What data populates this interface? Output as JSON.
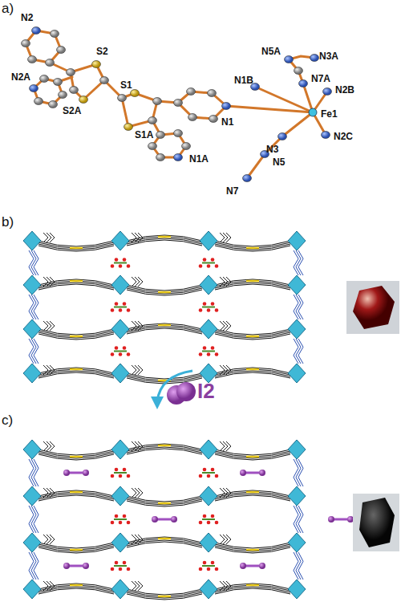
{
  "diagram": {
    "labels": [
      "a)",
      "N2",
      "N2A",
      "S2",
      "S2A",
      "S1",
      "S1A",
      "N1A",
      "N1",
      "N1B",
      "N5A",
      "N3A",
      "N7A",
      "N2B",
      "Fe1",
      "N2C",
      "N3",
      "N5",
      "N7",
      "b)",
      "I2",
      "c)"
    ]
  }
}
